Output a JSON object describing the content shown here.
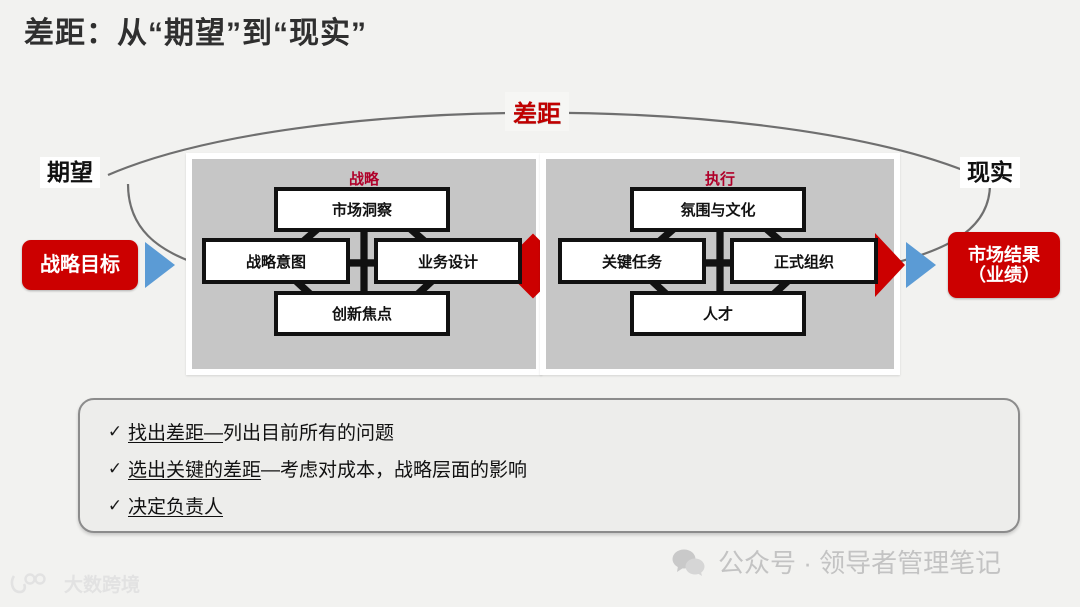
{
  "page": {
    "title": "差距：从“期望”到“现实”",
    "background_color": "#f2f2f0"
  },
  "colors": {
    "accent_red": "#cc0000",
    "title_red": "#b0002a",
    "gap_red": "#c00000",
    "arrow_blue": "#5b9bd5",
    "panel_grey": "#c6c6c6",
    "node_border": "#111111",
    "watermark_grey": "#c3c3c3"
  },
  "flow": {
    "gap_label": "差距",
    "left_end_label": "期望",
    "right_end_label": "现实",
    "left_chip": "战略目标",
    "right_chip_line1": "市场结果",
    "right_chip_line2": "（业绩）"
  },
  "panels": [
    {
      "title": "战略",
      "nodes": {
        "top": "市场洞察",
        "left": "战略意图",
        "right": "业务设计",
        "bottom": "创新焦点"
      }
    },
    {
      "title": "执行",
      "nodes": {
        "top": "氛围与文化",
        "left": "关键任务",
        "right": "正式组织",
        "bottom": "人才"
      }
    }
  ],
  "bullets": {
    "check_glyph": "✓",
    "items": [
      {
        "underlined": "找出差距—",
        "rest": "列出目前所有的问题"
      },
      {
        "underlined": "选出关键的差距",
        "rest": "—考虑对成本，战略层面的影响"
      },
      {
        "underlined": "决定负责人",
        "rest": ""
      }
    ]
  },
  "watermarks": {
    "wechat": "公众号 · 领导者管理笔记",
    "brand": "大数跨境"
  }
}
